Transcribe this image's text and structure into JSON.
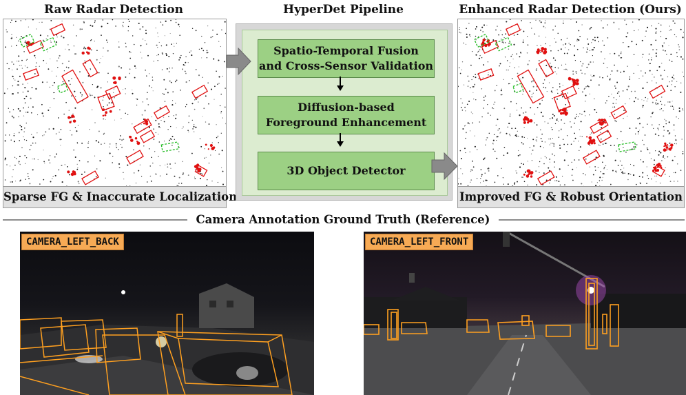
{
  "titles": {
    "raw": "Raw Radar Detection",
    "pipeline": "HyperDet Pipeline",
    "enhanced": "Enhanced Radar Detection (Ours)"
  },
  "captions": {
    "raw": "Sparse FG & Inaccurate Localization",
    "enhanced": "Improved FG & Robust Orientation"
  },
  "pipeline": {
    "stage1": [
      "Spatio-Temporal Fusion",
      "and Cross-Sensor Validation"
    ],
    "stage2": [
      "Diffusion-based",
      "Foreground Enhancement"
    ],
    "stage3": "3D Object Detector"
  },
  "gt_section": {
    "label": "Camera Annotation Ground Truth (Reference)"
  },
  "cameras": {
    "left_back": "CAMERA_LEFT_BACK",
    "left_front": "CAMERA_LEFT_FRONT"
  },
  "colors": {
    "pred_box": "#e01010",
    "gt_box": "#22bb22",
    "radar_fg": "#e01010",
    "stage_fill": "#9cd084",
    "pipeline_bg": "#dcecd0",
    "annotation_box": "#ffa020",
    "camera_tag": "#f7aa55"
  }
}
